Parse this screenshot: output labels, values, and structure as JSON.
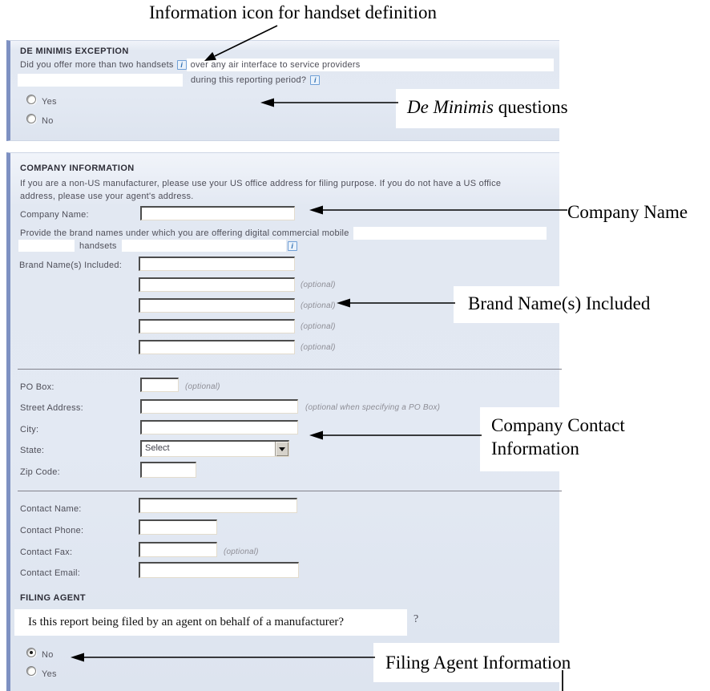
{
  "annotations": {
    "info_icon_note": "Information icon for handset definition",
    "de_minimis_italic": "De Minimis",
    "de_minimis_rest": " questions",
    "company_name_note": "Company Name",
    "brand_names_note": "Brand Name(s) Included",
    "contact_note_line1": "Company Contact",
    "contact_note_line2": "Information",
    "filing_agent_note": "Filing Agent Information"
  },
  "de_minimis": {
    "header": "DE MINIMIS EXCEPTION",
    "question_part1": "Did you offer more than two handsets",
    "question_part2": "over any air interface to service providers",
    "question_part3": "during this reporting period?",
    "info_icon_glyph": "i",
    "yes_label": "Yes",
    "no_label": "No"
  },
  "company": {
    "header": "COMPANY INFORMATION",
    "note_line1": "If you are a non-US manufacturer, please use your US office address for filing purpose. If you do not have a US office",
    "note_line2": "address, please use your agent's address.",
    "company_name_label": "Company Name:",
    "brand_prompt": "Provide the brand names under which you are offering digital commercial mobile",
    "brand_prompt_word": "handsets",
    "brand_label": "Brand Name(s) Included:",
    "optional": "(optional)",
    "po_box_label": "PO Box:",
    "street_label": "Street Address:",
    "street_optional": "(optional when specifying a PO Box)",
    "city_label": "City:",
    "state_label": "State:",
    "state_value": "Select",
    "zip_label": "Zip Code:",
    "contact_name_label": "Contact Name:",
    "contact_phone_label": "Contact Phone:",
    "contact_fax_label": "Contact Fax:",
    "contact_email_label": "Contact Email:"
  },
  "filing": {
    "header": "FILING AGENT",
    "question": "Is this report being filed by an agent on behalf of a manufacturer?",
    "question_remnant": "?",
    "no_label": "No",
    "yes_label": "Yes"
  },
  "colors": {
    "panel_accent": "#7e91c2",
    "info_icon_blue": "#2f6fb2"
  }
}
